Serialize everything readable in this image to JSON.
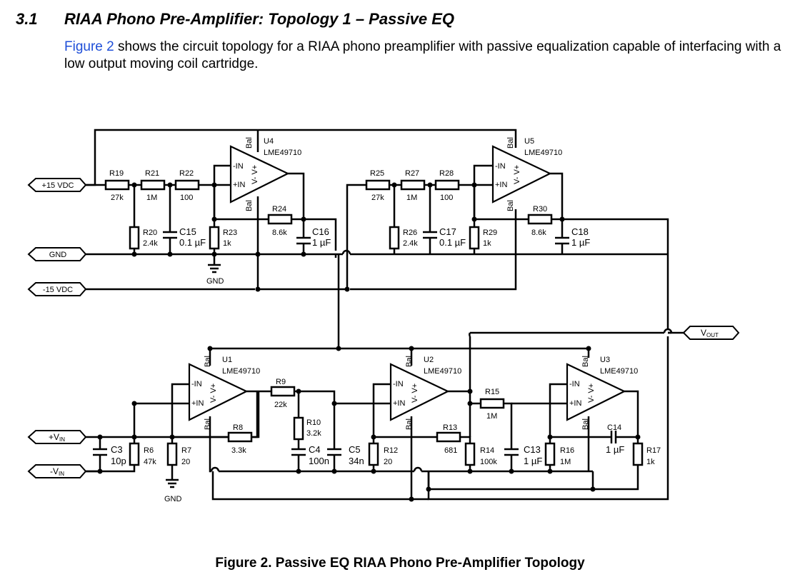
{
  "section": {
    "number": "3.1",
    "title": "RIAA Phono Pre-Amplifier: Topology 1 – Passive EQ",
    "intro_link": "Figure 2",
    "intro_rest": " shows the circuit topology for a RIAA phono preamplifier with passive equalization capable of interfacing with a low output moving coil cartridge."
  },
  "caption": "Figure 2. Passive EQ RIAA Phono Pre-Amplifier Topology",
  "ports": {
    "vpos": "+15 VDC",
    "gnd": "GND",
    "vneg": "-15 VDC",
    "vout_main": "V",
    "vout_sub": "OUT",
    "vin_pos_main": "+V",
    "vin_pos_sub": "IN",
    "vin_neg_main": "-V",
    "vin_neg_sub": "IN"
  },
  "ground_labels": {
    "g1": "GND",
    "g2": "GND"
  },
  "opamps": {
    "common": {
      "minus_in": "-IN",
      "plus_in": "+IN",
      "supplies": "V- V+",
      "bal": "Bal"
    },
    "u1": {
      "ref": "U1",
      "part": "LME49710"
    },
    "u2": {
      "ref": "U2",
      "part": "LME49710"
    },
    "u3": {
      "ref": "U3",
      "part": "LME49710"
    },
    "u4": {
      "ref": "U4",
      "part": "LME49710"
    },
    "u5": {
      "ref": "U5",
      "part": "LME49710"
    }
  },
  "components": {
    "r19": {
      "ref": "R19",
      "value": "27k"
    },
    "r21": {
      "ref": "R21",
      "value": "1M"
    },
    "r22": {
      "ref": "R22",
      "value": "100"
    },
    "r20": {
      "ref": "R20",
      "value": "2.4k"
    },
    "c15": {
      "ref": "C15",
      "value": "0.1 µF"
    },
    "r23": {
      "ref": "R23",
      "value": "1k"
    },
    "r24": {
      "ref": "R24",
      "value": "8.6k"
    },
    "c16": {
      "ref": "C16",
      "value": "1 µF"
    },
    "r25": {
      "ref": "R25",
      "value": "27k"
    },
    "r27": {
      "ref": "R27",
      "value": "1M"
    },
    "r28": {
      "ref": "R28",
      "value": "100"
    },
    "r26": {
      "ref": "R26",
      "value": "2.4k"
    },
    "c17": {
      "ref": "C17",
      "value": "0.1 µF"
    },
    "r29": {
      "ref": "R29",
      "value": "1k"
    },
    "r30": {
      "ref": "R30",
      "value": "8.6k"
    },
    "c18": {
      "ref": "C18",
      "value": "1 µF"
    },
    "c3": {
      "ref": "C3",
      "value": "10p"
    },
    "r6": {
      "ref": "R6",
      "value": "47k"
    },
    "r7": {
      "ref": "R7",
      "value": "20"
    },
    "r8": {
      "ref": "R8",
      "value": "3.3k"
    },
    "r9": {
      "ref": "R9",
      "value": "22k"
    },
    "r10": {
      "ref": "R10",
      "value": "3.2k"
    },
    "c4": {
      "ref": "C4",
      "value": "100n"
    },
    "c5": {
      "ref": "C5",
      "value": "34n"
    },
    "r12": {
      "ref": "R12",
      "value": "20"
    },
    "r13": {
      "ref": "R13",
      "value": "681"
    },
    "r14": {
      "ref": "R14",
      "value": "100k"
    },
    "r15": {
      "ref": "R15",
      "value": "1M"
    },
    "c13": {
      "ref": "C13",
      "value": "1 µF"
    },
    "r16": {
      "ref": "R16",
      "value": "1M"
    },
    "c14": {
      "ref": "C14",
      "value": "1 µF"
    },
    "r17": {
      "ref": "R17",
      "value": "1k"
    }
  }
}
